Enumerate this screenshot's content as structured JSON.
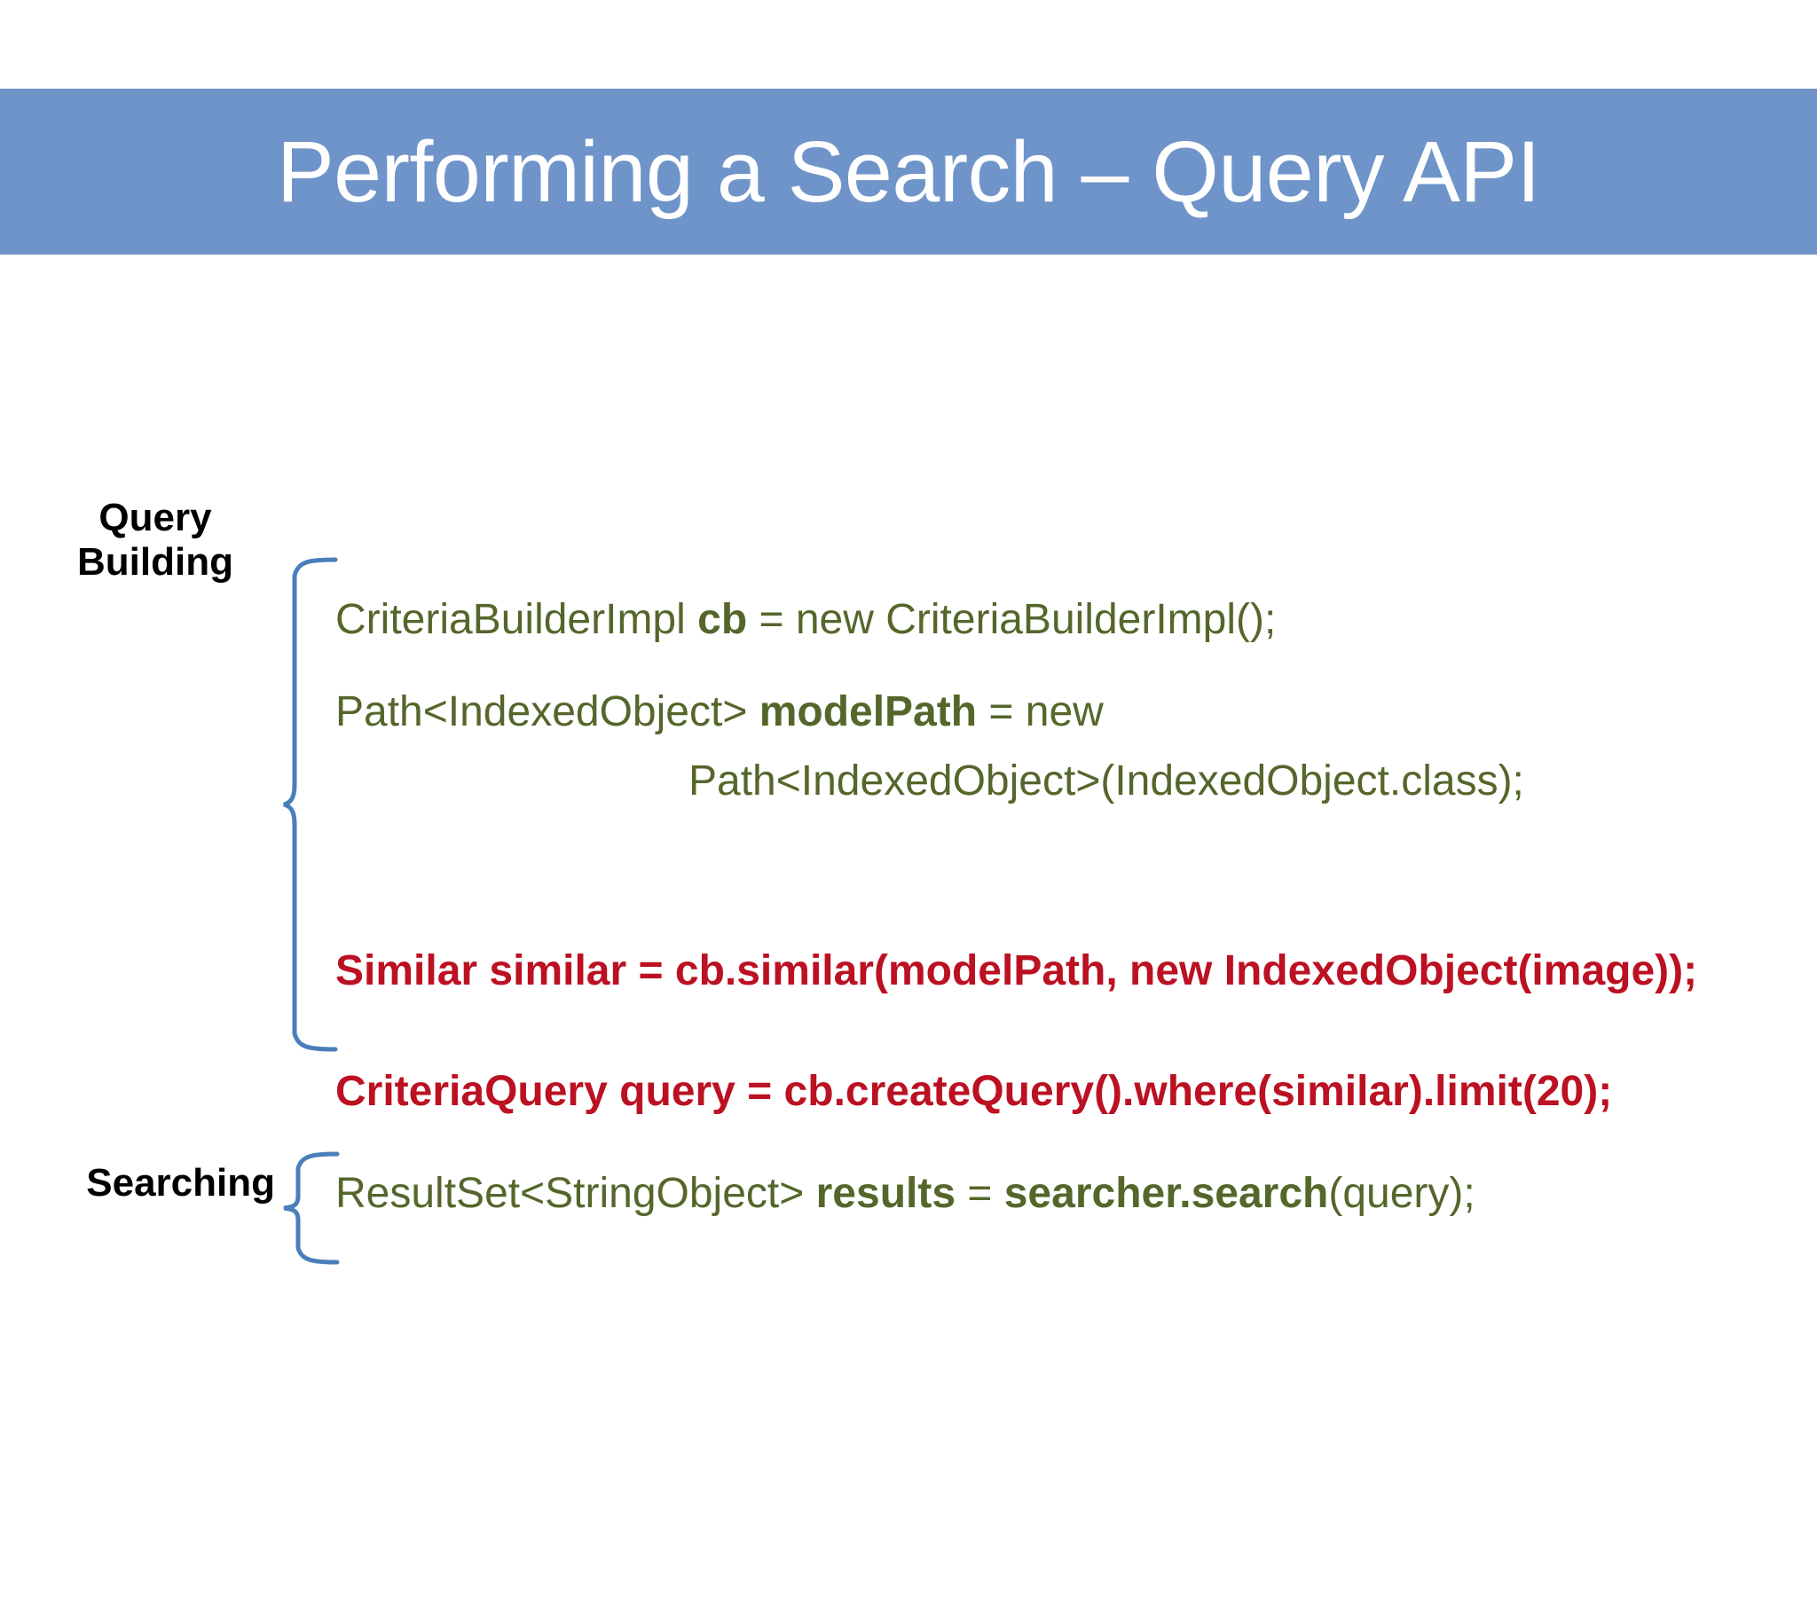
{
  "slide": {
    "title": "Performing a Search – Query API",
    "title_bar_color": "#6f94c9",
    "title_text_color": "#ffffff",
    "background_color": "#ffffff"
  },
  "colors": {
    "code_green": "#55662b",
    "code_red": "#bb1122",
    "brace_blue": "#4a7ebb",
    "label_black": "#000000"
  },
  "sections": [
    {
      "id": "query-building",
      "label_line_1": "Query",
      "label_line_2": "Building"
    },
    {
      "id": "searching",
      "label": "Searching"
    }
  ],
  "code": {
    "query_building": [
      {
        "id": "line-1",
        "style": "green",
        "spans": [
          {
            "text": "CriteriaBuilderImpl ",
            "bold": false
          },
          {
            "text": "cb",
            "bold": true
          },
          {
            "text": " = new CriteriaBuilderImpl();",
            "bold": false
          }
        ],
        "plain": "CriteriaBuilderImpl cb = new CriteriaBuilderImpl();"
      },
      {
        "id": "line-2",
        "style": "green",
        "spans": [
          {
            "text": "Path<IndexedObject> ",
            "bold": false
          },
          {
            "text": "modelPath",
            "bold": true
          },
          {
            "text": " = new",
            "bold": false
          }
        ],
        "plain": "Path<IndexedObject> modelPath = new"
      },
      {
        "id": "line-3",
        "style": "green",
        "indent": true,
        "spans": [
          {
            "text": "Path<IndexedObject>(IndexedObject.class);",
            "bold": false
          }
        ],
        "plain": "Path<IndexedObject>(IndexedObject.class);"
      },
      {
        "id": "line-4",
        "style": "red",
        "spans": [
          {
            "text": "Similar similar = cb.similar(modelPath, new IndexedObject(image));",
            "bold": true
          }
        ],
        "plain": "Similar similar = cb.similar(modelPath, new IndexedObject(image));"
      },
      {
        "id": "line-5",
        "style": "red",
        "spans": [
          {
            "text": "CriteriaQuery query = cb.createQuery().where(similar).limit(20);",
            "bold": true
          }
        ],
        "plain": "CriteriaQuery query = cb.createQuery().where(similar).limit(20);"
      }
    ],
    "searching": [
      {
        "id": "line-6",
        "style": "green",
        "spans": [
          {
            "text": "ResultSet<StringObject> ",
            "bold": false
          },
          {
            "text": "results",
            "bold": true
          },
          {
            "text": " = ",
            "bold": false
          },
          {
            "text": "searcher.search",
            "bold": true
          },
          {
            "text": "(query);",
            "bold": false
          }
        ],
        "plain": "ResultSet<StringObject> results = searcher.search(query);"
      }
    ]
  }
}
